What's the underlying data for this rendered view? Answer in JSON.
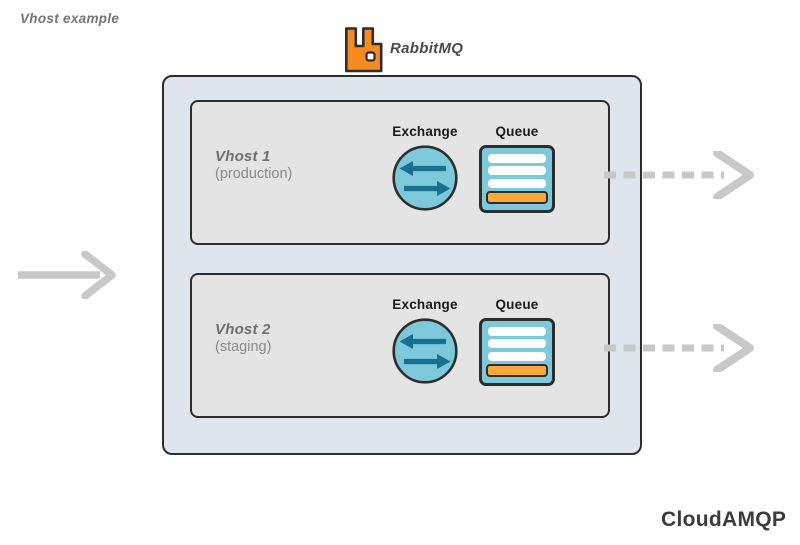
{
  "title": "Vhost example",
  "brand": {
    "rabbitmq_label": "RabbitMQ",
    "cloudamqp_label": "CloudAMQP"
  },
  "diagram": {
    "vhosts": [
      {
        "name": "Vhost 1",
        "env": "(production)",
        "exchange_label": "Exchange",
        "queue_label": "Queue"
      },
      {
        "name": "Vhost 2",
        "env": "(staging)",
        "exchange_label": "Exchange",
        "queue_label": "Queue"
      }
    ],
    "flows": {
      "inbound": "solid-arrow-into-broker",
      "outbound": [
        "dashed-arrow-from-vhost-1",
        "dashed-arrow-from-vhost-2"
      ]
    }
  },
  "icons": {
    "rabbitmq_logo": "rabbitmq-logo-icon",
    "exchange": "exchange-icon",
    "queue": "queue-icon",
    "inbound_arrow": "arrow-right-icon",
    "outbound_arrow": "dashed-arrow-right-icon"
  },
  "colors": {
    "node_blue": "#7ec8dc",
    "exchange_arrow_teal": "#17708e",
    "rabbitmq_orange": "#f68b1f",
    "queue_bar_orange": "#f9a83a",
    "broker_container_fill": "#dee5ec",
    "vhost_panel_fill": "#e4e4e4",
    "outline_dark": "#2d2d2d",
    "flow_arrow_gray": "#c8c8c8",
    "vhost_text_gray": "#6f6f6f"
  }
}
